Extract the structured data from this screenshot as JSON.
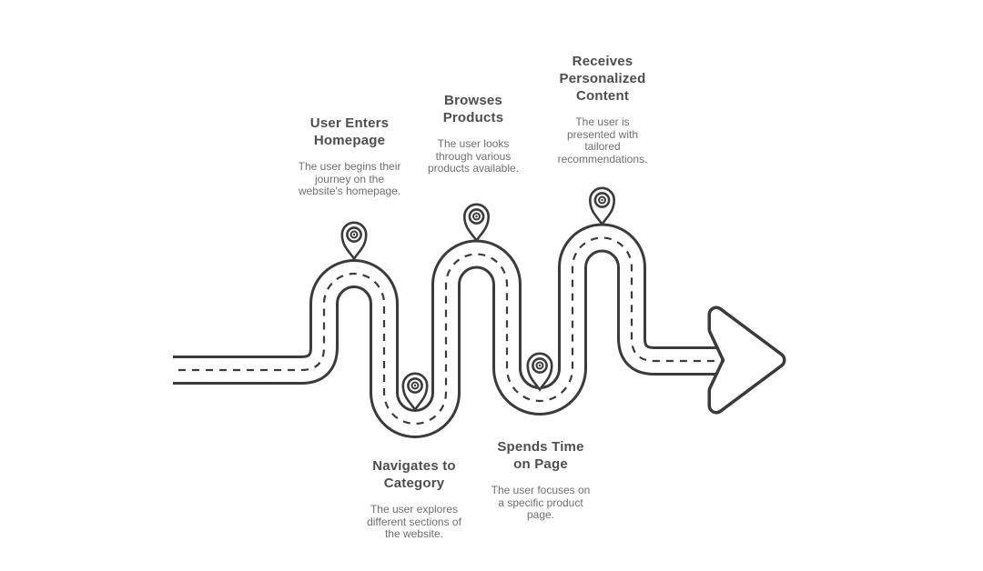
{
  "diagram": {
    "type": "user-journey-map",
    "colors": {
      "line": "#3b3b3b",
      "road_fill": "#ffffff",
      "title_text": "#4e4e4e",
      "body_text": "#6f6f6f",
      "background": "#ffffff"
    },
    "icons": [
      "location-pin-icon",
      "road-path",
      "dashed-centerline",
      "direction-arrow-icon"
    ]
  },
  "stages": [
    {
      "title": "User Enters\nHomepage",
      "desc": "The user begins their\njourney on the\nwebsite's homepage."
    },
    {
      "title": "Navigates to\nCategory",
      "desc": "The user explores\ndifferent sections of\nthe website."
    },
    {
      "title": "Browses\nProducts",
      "desc": "The user looks\nthrough various\nproducts available."
    },
    {
      "title": "Spends Time\non Page",
      "desc": "The user focuses on\na specific product\npage."
    },
    {
      "title": "Receives\nPersonalized\nContent",
      "desc": "The user is\npresented with\ntailored\nrecommendations."
    }
  ]
}
